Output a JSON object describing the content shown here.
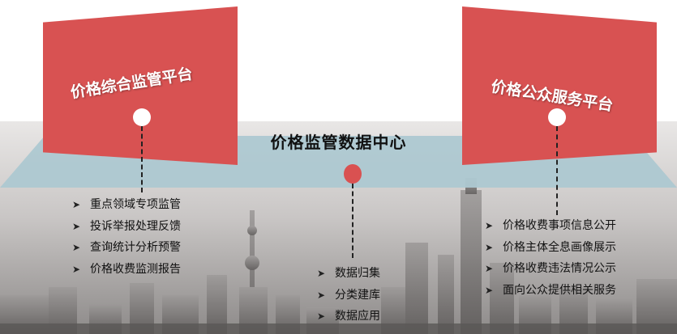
{
  "left_platform": {
    "title": "价格综合监管平台",
    "items": [
      "重点领域专项监管",
      "投诉举报处理反馈",
      "查询统计分析预警",
      "价格收费监测报告"
    ]
  },
  "center_hub": {
    "title": "价格监管数据中心",
    "items": [
      "数据归集",
      "分类建库",
      "数据应用"
    ]
  },
  "right_platform": {
    "title": "价格公众服务平台",
    "items": [
      "价格收费事项信息公开",
      "价格主体全息画像展示",
      "价格收费违法情况公示",
      "面向公众提供相关服务"
    ]
  },
  "bullet_glyph": "➤",
  "colors": {
    "card_red": "#d85252",
    "hub_dot_red": "#d95151",
    "platform_teal": "#adc8d1",
    "text": "#111111"
  }
}
